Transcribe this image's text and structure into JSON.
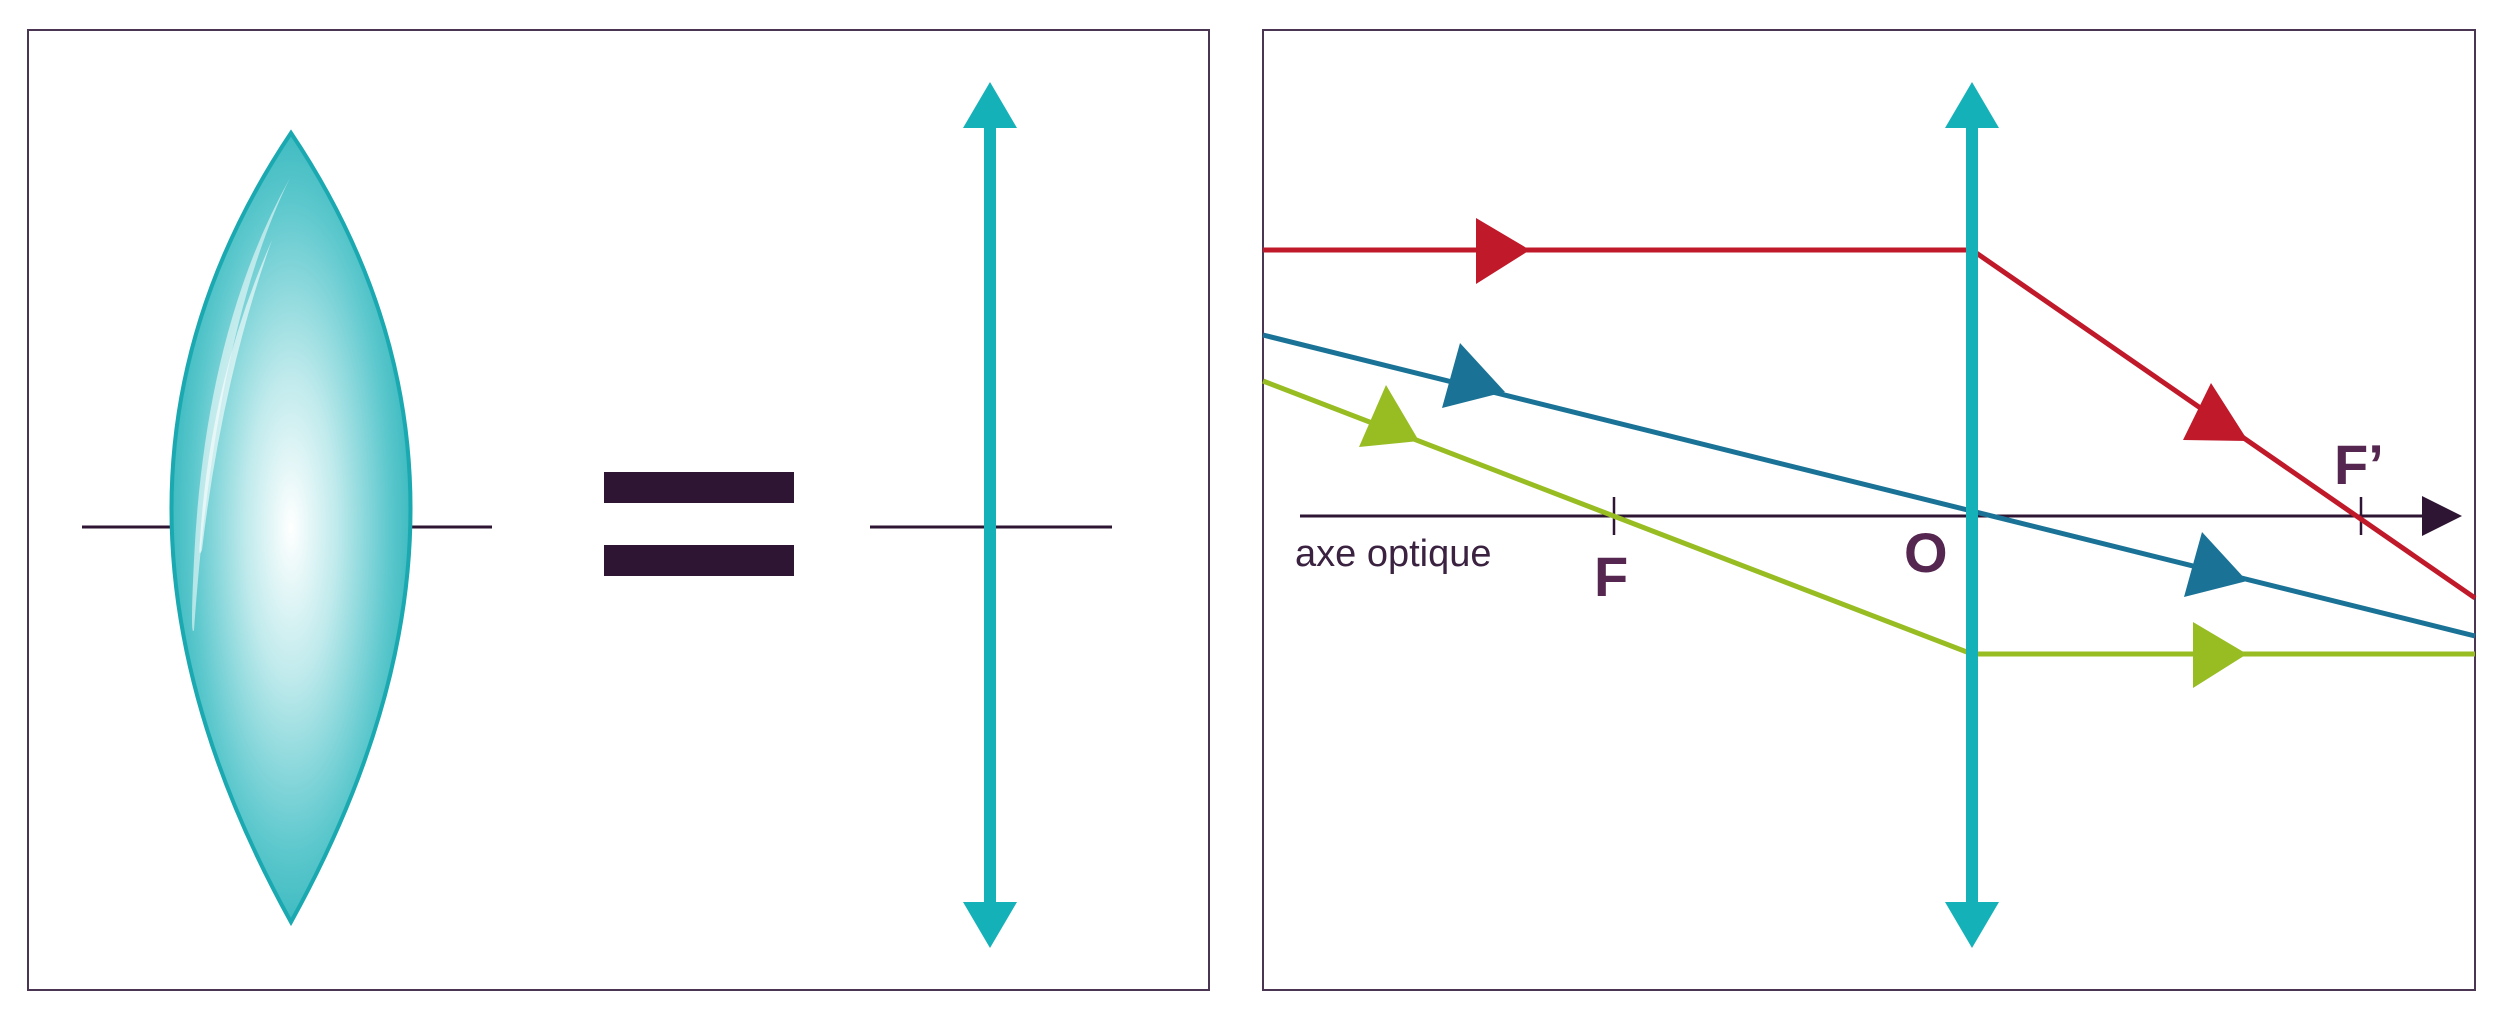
{
  "colors": {
    "frame": "#4a3553",
    "lens": "#15b1b8",
    "axis": "#2e1533",
    "label": "#55264f",
    "ray_red": "#c0192a",
    "ray_blue": "#1a7396",
    "ray_green": "#97bd22"
  },
  "left_panel": {
    "equals_symbol": "="
  },
  "right_panel": {
    "axis_label": "axe optique",
    "focus_object_label": "F",
    "center_label": "O",
    "focus_image_label": "F’"
  }
}
